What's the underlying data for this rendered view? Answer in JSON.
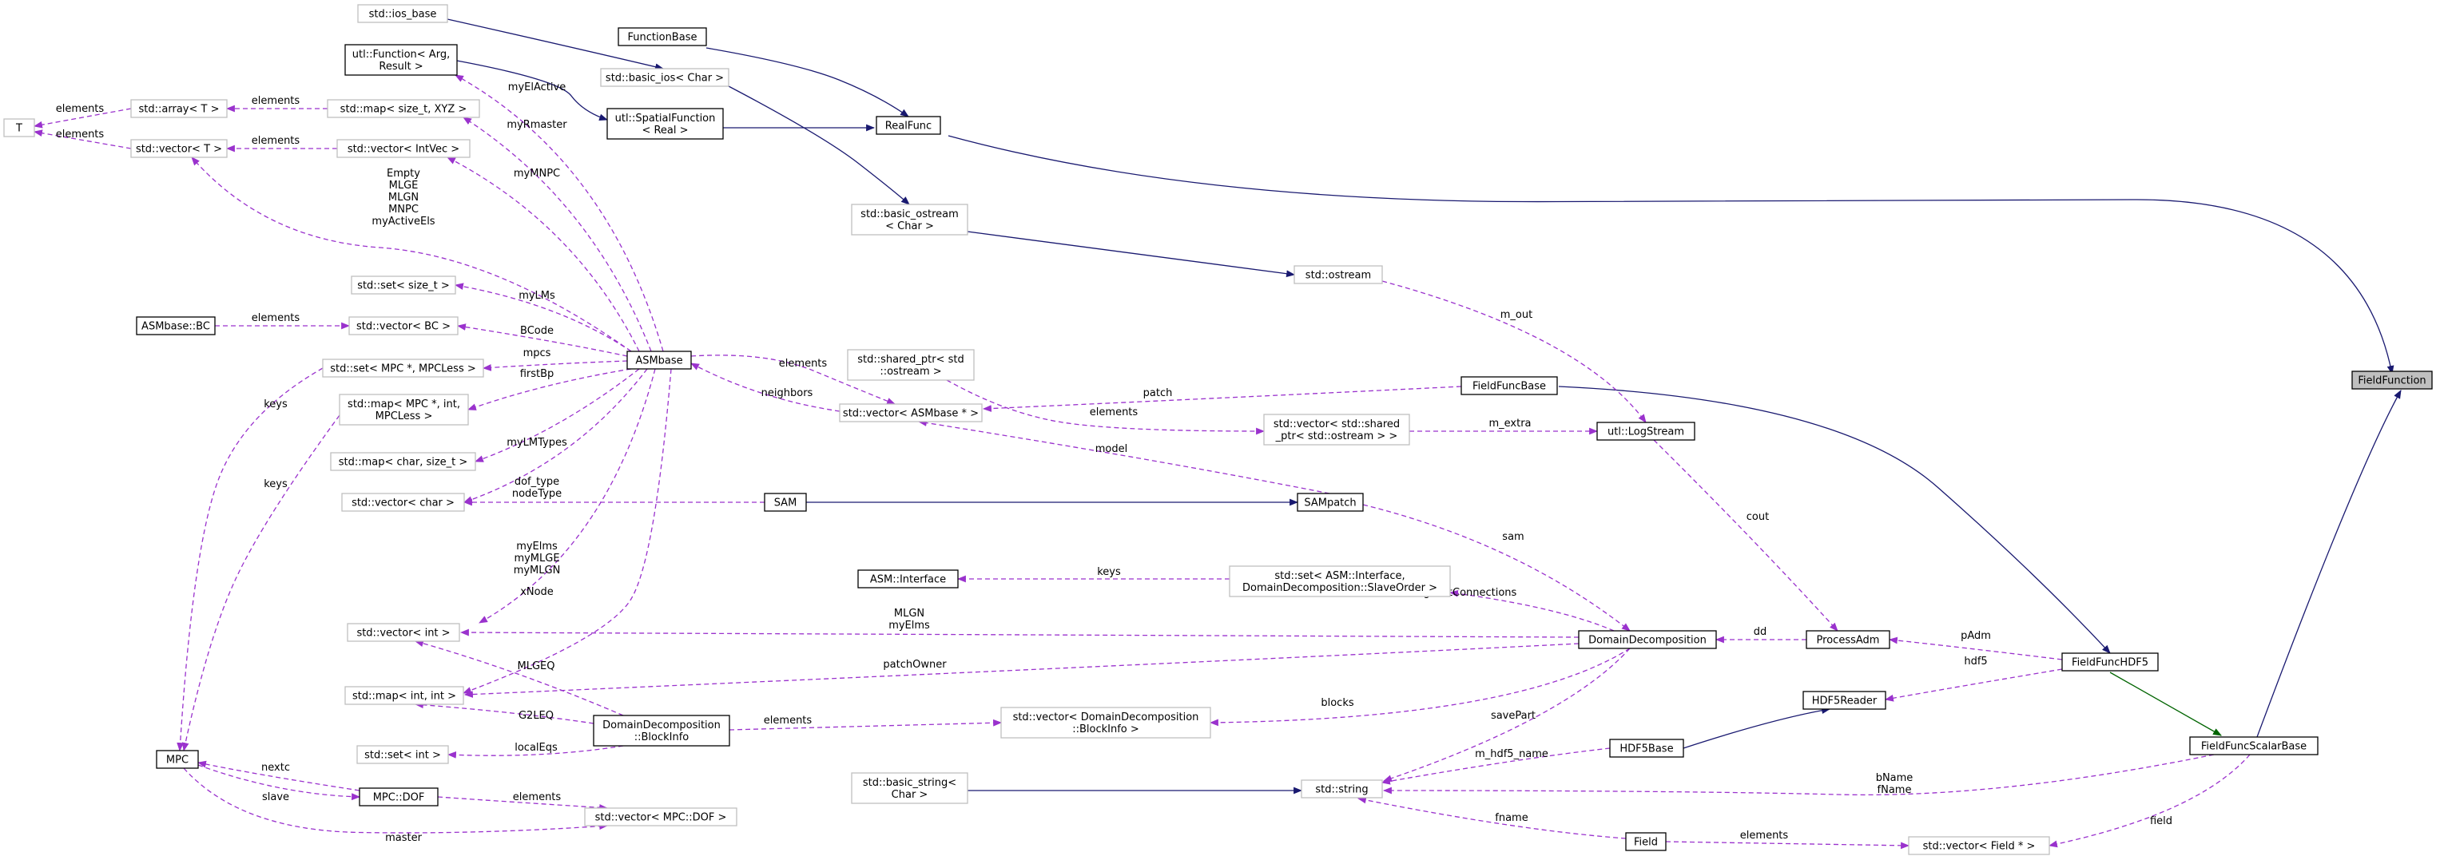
{
  "colors": {
    "inherit_public": "#191970",
    "inherit_protected": "#006400",
    "usage": "#9a32cd",
    "node_border_documented": "#000000",
    "node_border_external": "#bfbfbf",
    "focus_fill": "#bfbfbf"
  },
  "nodes": [
    {
      "id": "FieldFunction",
      "lines": [
        "FieldFunction"
      ],
      "kind": "focus"
    },
    {
      "id": "FieldFuncScalarBase",
      "lines": [
        "FieldFuncScalarBase"
      ],
      "kind": "doc"
    },
    {
      "id": "FieldFuncHDF5",
      "lines": [
        "FieldFuncHDF5"
      ],
      "kind": "doc"
    },
    {
      "id": "FieldFuncBase",
      "lines": [
        "FieldFuncBase"
      ],
      "kind": "doc"
    },
    {
      "id": "RealFunc",
      "lines": [
        "RealFunc"
      ],
      "kind": "doc"
    },
    {
      "id": "FunctionBase",
      "lines": [
        "FunctionBase"
      ],
      "kind": "doc"
    },
    {
      "id": "SpatialFunction",
      "lines": [
        "utl::SpatialFunction",
        "< Real >"
      ],
      "kind": "doc"
    },
    {
      "id": "UtlFunction",
      "lines": [
        "utl::Function< Arg,",
        "Result >"
      ],
      "kind": "doc"
    },
    {
      "id": "iosbase",
      "lines": [
        "std::ios_base"
      ],
      "kind": "ext"
    },
    {
      "id": "basicios",
      "lines": [
        "std::basic_ios< Char >"
      ],
      "kind": "ext"
    },
    {
      "id": "basicostream",
      "lines": [
        "std::basic_ostream",
        "< Char >"
      ],
      "kind": "ext"
    },
    {
      "id": "ostream",
      "lines": [
        "std::ostream"
      ],
      "kind": "ext"
    },
    {
      "id": "sharedptr",
      "lines": [
        "std::shared_ptr< std",
        "::ostream >"
      ],
      "kind": "ext"
    },
    {
      "id": "vecsharedptr",
      "lines": [
        "std::vector< std::shared",
        "_ptr< std::ostream > >"
      ],
      "kind": "ext"
    },
    {
      "id": "LogStream",
      "lines": [
        "utl::LogStream"
      ],
      "kind": "doc"
    },
    {
      "id": "vecASMbase",
      "lines": [
        "std::vector< ASMbase * >"
      ],
      "kind": "ext"
    },
    {
      "id": "ASMbase",
      "lines": [
        "ASMbase"
      ],
      "kind": "doc"
    },
    {
      "id": "SAM",
      "lines": [
        "SAM"
      ],
      "kind": "doc"
    },
    {
      "id": "SAMpatch",
      "lines": [
        "SAMpatch"
      ],
      "kind": "doc"
    },
    {
      "id": "ASMInterface",
      "lines": [
        "ASM::Interface"
      ],
      "kind": "doc"
    },
    {
      "id": "setASMInterface",
      "lines": [
        "std::set< ASM::Interface,",
        "DomainDecomposition::SlaveOrder >"
      ],
      "kind": "ext"
    },
    {
      "id": "DomainDecomposition",
      "lines": [
        "DomainDecomposition"
      ],
      "kind": "doc"
    },
    {
      "id": "ProcessAdm",
      "lines": [
        "ProcessAdm"
      ],
      "kind": "doc"
    },
    {
      "id": "HDF5Reader",
      "lines": [
        "HDF5Reader"
      ],
      "kind": "doc"
    },
    {
      "id": "HDF5Base",
      "lines": [
        "HDF5Base"
      ],
      "kind": "doc"
    },
    {
      "id": "vecBlockInfo",
      "lines": [
        "std::vector< DomainDecomposition",
        "::BlockInfo >"
      ],
      "kind": "ext"
    },
    {
      "id": "BlockInfo",
      "lines": [
        "DomainDecomposition",
        "::BlockInfo"
      ],
      "kind": "doc"
    },
    {
      "id": "basicstring",
      "lines": [
        "std::basic_string<",
        "Char >"
      ],
      "kind": "ext"
    },
    {
      "id": "string",
      "lines": [
        "std::string"
      ],
      "kind": "ext"
    },
    {
      "id": "Field",
      "lines": [
        "Field"
      ],
      "kind": "doc"
    },
    {
      "id": "vecField",
      "lines": [
        "std::vector< Field * >"
      ],
      "kind": "ext"
    },
    {
      "id": "vecMPCDOF",
      "lines": [
        "std::vector< MPC::DOF >"
      ],
      "kind": "ext"
    },
    {
      "id": "MPCDOF",
      "lines": [
        "MPC::DOF"
      ],
      "kind": "doc"
    },
    {
      "id": "MPC",
      "lines": [
        "MPC"
      ],
      "kind": "doc"
    },
    {
      "id": "setint",
      "lines": [
        "std::set< int >"
      ],
      "kind": "ext"
    },
    {
      "id": "mapintint",
      "lines": [
        "std::map< int, int >"
      ],
      "kind": "ext"
    },
    {
      "id": "vecint",
      "lines": [
        "std::vector< int >"
      ],
      "kind": "ext"
    },
    {
      "id": "vecchar",
      "lines": [
        "std::vector< char >"
      ],
      "kind": "ext"
    },
    {
      "id": "mapcharsize",
      "lines": [
        "std::map< char, size_t >"
      ],
      "kind": "ext"
    },
    {
      "id": "mapMPC",
      "lines": [
        "std::map< MPC *, int,",
        "MPCLess >"
      ],
      "kind": "ext"
    },
    {
      "id": "setMPC",
      "lines": [
        "std::set< MPC *, MPCLess >"
      ],
      "kind": "ext"
    },
    {
      "id": "vecBC",
      "lines": [
        "std::vector< BC >"
      ],
      "kind": "ext"
    },
    {
      "id": "ASMbaseBC",
      "lines": [
        "ASMbase::BC"
      ],
      "kind": "doc"
    },
    {
      "id": "setsize",
      "lines": [
        "std::set< size_t >"
      ],
      "kind": "ext"
    },
    {
      "id": "vecT",
      "lines": [
        "std::vector< T >"
      ],
      "kind": "ext"
    },
    {
      "id": "vecIntVec",
      "lines": [
        "std::vector< IntVec >"
      ],
      "kind": "ext"
    },
    {
      "id": "mapXYZ",
      "lines": [
        "std::map< size_t, XYZ >"
      ],
      "kind": "ext"
    },
    {
      "id": "arrayT",
      "lines": [
        "std::array< T >"
      ],
      "kind": "ext"
    },
    {
      "id": "T",
      "lines": [
        "T"
      ],
      "kind": "ext"
    }
  ],
  "edges": [
    {
      "from": "FieldFuncScalarBase",
      "to": "FieldFunction",
      "style": "inherit_public",
      "label": []
    },
    {
      "from": "RealFunc",
      "to": "FieldFunction",
      "style": "inherit_public",
      "label": []
    },
    {
      "from": "FieldFuncHDF5",
      "to": "FieldFuncScalarBase",
      "style": "inherit_protected",
      "label": []
    },
    {
      "from": "FieldFuncBase",
      "to": "FieldFuncHDF5",
      "style": "inherit_public",
      "label": []
    },
    {
      "from": "FunctionBase",
      "to": "RealFunc",
      "style": "inherit_public",
      "label": []
    },
    {
      "from": "SpatialFunction",
      "to": "RealFunc",
      "style": "inherit_public",
      "label": []
    },
    {
      "from": "UtlFunction",
      "to": "SpatialFunction",
      "style": "inherit_public",
      "label": []
    },
    {
      "from": "iosbase",
      "to": "basicios",
      "style": "inherit_public",
      "label": []
    },
    {
      "from": "basicios",
      "to": "basicostream",
      "style": "inherit_public",
      "label": []
    },
    {
      "from": "basicostream",
      "to": "ostream",
      "style": "inherit_public",
      "label": []
    },
    {
      "from": "SAM",
      "to": "SAMpatch",
      "style": "inherit_public",
      "label": []
    },
    {
      "from": "HDF5Base",
      "to": "HDF5Reader",
      "style": "inherit_public",
      "label": []
    },
    {
      "from": "basicstring",
      "to": "string",
      "style": "inherit_public",
      "label": []
    },
    {
      "from": "ostream",
      "to": "LogStream",
      "style": "usage",
      "label": [
        "m_out"
      ]
    },
    {
      "from": "vecsharedptr",
      "to": "LogStream",
      "style": "usage",
      "label": [
        "m_extra"
      ]
    },
    {
      "from": "sharedptr",
      "to": "vecsharedptr",
      "style": "usage",
      "label": [
        "elements"
      ]
    },
    {
      "from": "LogStream",
      "to": "ProcessAdm",
      "style": "usage",
      "label": [
        "cout"
      ]
    },
    {
      "from": "vecASMbase",
      "to": "FieldFuncBase",
      "style": "usage",
      "label": [
        "patch"
      ]
    },
    {
      "from": "vecASMbase",
      "to": "SAMpatch",
      "style": "usage",
      "label": [
        "model"
      ]
    },
    {
      "from": "ASMbase",
      "to": "vecASMbase",
      "style": "usage",
      "label": [
        "elements"
      ]
    },
    {
      "from": "vecASMbase",
      "to": "ASMbase",
      "style": "usage",
      "label": [
        "neighbors"
      ]
    },
    {
      "from": "SAMpatch",
      "to": "DomainDecomposition",
      "style": "usage",
      "label": [
        "sam"
      ]
    },
    {
      "from": "ASMInterface",
      "to": "setASMInterface",
      "style": "usage",
      "label": [
        "keys"
      ]
    },
    {
      "from": "setASMInterface",
      "to": "DomainDecomposition",
      "style": "usage",
      "label": [
        "ghostConnections"
      ]
    },
    {
      "from": "DomainDecomposition",
      "to": "ProcessAdm",
      "style": "usage",
      "label": [
        "dd"
      ]
    },
    {
      "from": "ProcessAdm",
      "to": "FieldFuncHDF5",
      "style": "usage",
      "label": [
        "pAdm"
      ]
    },
    {
      "from": "HDF5Reader",
      "to": "FieldFuncHDF5",
      "style": "usage",
      "label": [
        "hdf5"
      ]
    },
    {
      "from": "vecBlockInfo",
      "to": "DomainDecomposition",
      "style": "usage",
      "label": [
        "blocks"
      ]
    },
    {
      "from": "BlockInfo",
      "to": "vecBlockInfo",
      "style": "usage",
      "label": [
        "elements"
      ]
    },
    {
      "from": "DomainDecomposition",
      "to": "string",
      "style": "usage",
      "label": [
        "savePart"
      ]
    },
    {
      "from": "HDF5Base",
      "to": "string",
      "style": "usage",
      "label": [
        "m_hdf5_name"
      ]
    },
    {
      "from": "FieldFuncScalarBase",
      "to": "string",
      "style": "usage",
      "label": [
        "bName",
        "fName"
      ]
    },
    {
      "from": "Field",
      "to": "string",
      "style": "usage",
      "label": [
        "fname"
      ]
    },
    {
      "from": "Field",
      "to": "vecField",
      "style": "usage",
      "label": [
        "elements"
      ]
    },
    {
      "from": "vecField",
      "to": "FieldFuncScalarBase",
      "style": "usage",
      "label": [
        "field"
      ]
    },
    {
      "from": "DomainDecomposition",
      "to": "vecint",
      "style": "usage",
      "label": [
        "MLGN",
        "myElms"
      ]
    },
    {
      "from": "DomainDecomposition",
      "to": "mapintint",
      "style": "usage",
      "label": [
        "patchOwner"
      ]
    },
    {
      "from": "BlockInfo",
      "to": "vecint",
      "style": "usage",
      "label": [
        "MLGEQ"
      ]
    },
    {
      "from": "BlockInfo",
      "to": "mapintint",
      "style": "usage",
      "label": [
        "G2LEQ"
      ]
    },
    {
      "from": "BlockInfo",
      "to": "setint",
      "style": "usage",
      "label": [
        "localEqs"
      ]
    },
    {
      "from": "ASMbase",
      "to": "vecint",
      "style": "usage",
      "label": [
        "myElms",
        "myMLGE",
        "myMLGN"
      ]
    },
    {
      "from": "ASMbase",
      "to": "mapintint",
      "style": "usage",
      "label": [
        "xNode"
      ]
    },
    {
      "from": "ASMbase",
      "to": "vecchar",
      "style": "usage",
      "label": [
        "dof_type",
        "nodeType"
      ]
    },
    {
      "from": "SAM",
      "to": "vecchar",
      "style": "usage",
      "label": []
    },
    {
      "from": "ASMbase",
      "to": "mapcharsize",
      "style": "usage",
      "label": [
        "myLMTypes"
      ]
    },
    {
      "from": "ASMbase",
      "to": "mapMPC",
      "style": "usage",
      "label": [
        "firstBp"
      ]
    },
    {
      "from": "ASMbase",
      "to": "setMPC",
      "style": "usage",
      "label": [
        "mpcs"
      ]
    },
    {
      "from": "ASMbase",
      "to": "vecBC",
      "style": "usage",
      "label": [
        "BCode"
      ]
    },
    {
      "from": "ASMbase",
      "to": "setsize",
      "style": "usage",
      "label": [
        "myLMs"
      ]
    },
    {
      "from": "ASMbase",
      "to": "vecT",
      "style": "usage",
      "label": [
        "Empty",
        "MLGE",
        "MLGN",
        "MNPC",
        "myActiveEls"
      ]
    },
    {
      "from": "ASMbase",
      "to": "vecIntVec",
      "style": "usage",
      "label": [
        "myMNPC"
      ]
    },
    {
      "from": "ASMbase",
      "to": "mapXYZ",
      "style": "usage",
      "label": [
        "myRmaster"
      ]
    },
    {
      "from": "ASMbase",
      "to": "UtlFunction",
      "style": "usage",
      "label": [
        "myElActive"
      ]
    },
    {
      "from": "ASMbaseBC",
      "to": "vecBC",
      "style": "usage",
      "label": [
        "elements"
      ]
    },
    {
      "from": "vecIntVec",
      "to": "vecT",
      "style": "usage",
      "label": [
        "elements"
      ]
    },
    {
      "from": "mapXYZ",
      "to": "arrayT",
      "style": "usage",
      "label": [
        "elements"
      ]
    },
    {
      "from": "vecT",
      "to": "T",
      "style": "usage",
      "label": [
        "elements"
      ]
    },
    {
      "from": "arrayT",
      "to": "T",
      "style": "usage",
      "label": [
        "elements"
      ]
    },
    {
      "from": "setMPC",
      "to": "MPC",
      "style": "usage",
      "label": [
        "keys"
      ]
    },
    {
      "from": "mapMPC",
      "to": "MPC",
      "style": "usage",
      "label": [
        "keys"
      ]
    },
    {
      "from": "MPCDOF",
      "to": "MPC",
      "style": "usage",
      "label": [
        "nextc"
      ]
    },
    {
      "from": "MPC",
      "to": "MPCDOF",
      "style": "usage",
      "label": [
        "slave"
      ]
    },
    {
      "from": "MPC",
      "to": "vecMPCDOF",
      "style": "usage",
      "label": [
        "master"
      ]
    },
    {
      "from": "MPCDOF",
      "to": "vecMPCDOF",
      "style": "usage",
      "label": [
        "elements"
      ]
    }
  ]
}
